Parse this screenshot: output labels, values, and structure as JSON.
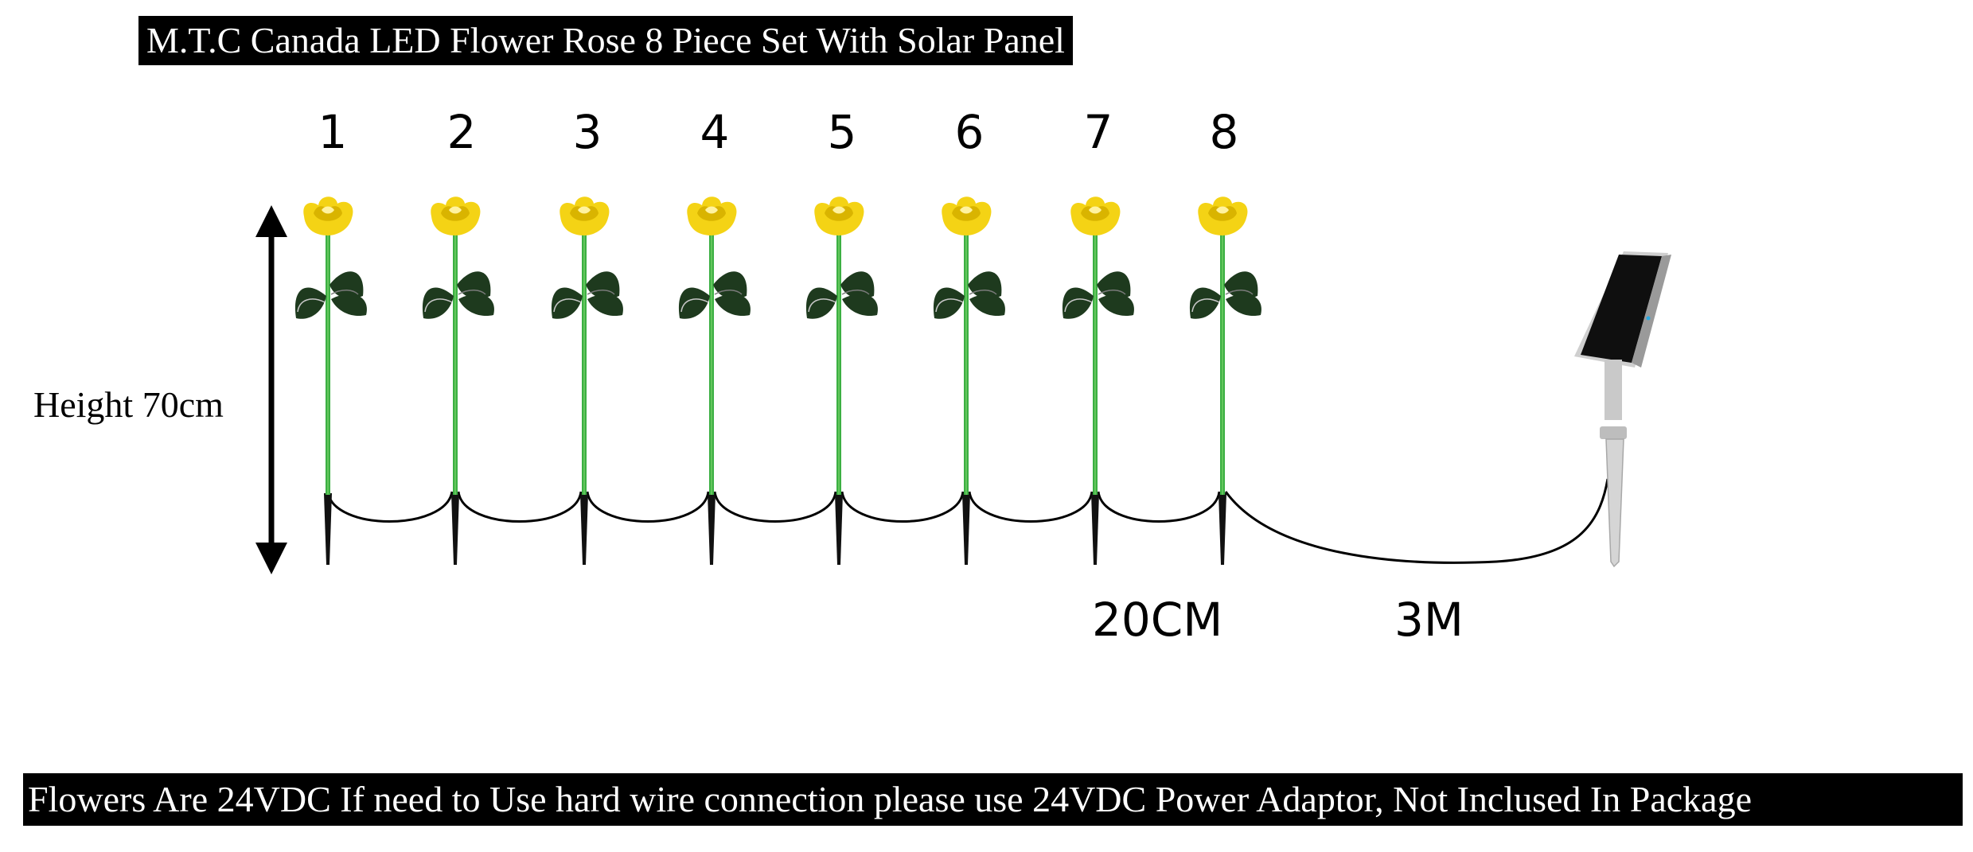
{
  "title": "M.T.C Canada LED Flower Rose 8  Piece Set With Solar Panel",
  "flower_numbers": [
    "1",
    "2",
    "3",
    "4",
    "5",
    "6",
    "7",
    "8"
  ],
  "height_label": "Height 70cm",
  "spacing_label": "20CM",
  "cable_label": "3M",
  "note": "Flowers Are 24VDC If need to Use hard wire connection please use 24VDC Power Adaptor, Not Inclused In Package",
  "colors": {
    "petal": "#f4d315",
    "petal_shade": "#d9b400",
    "stem": "#3cb043",
    "leaf": "#1e3a1e",
    "banner_bg": "#000000",
    "banner_text": "#ffffff",
    "panel": "#111111",
    "stake": "#cfcfcf"
  }
}
